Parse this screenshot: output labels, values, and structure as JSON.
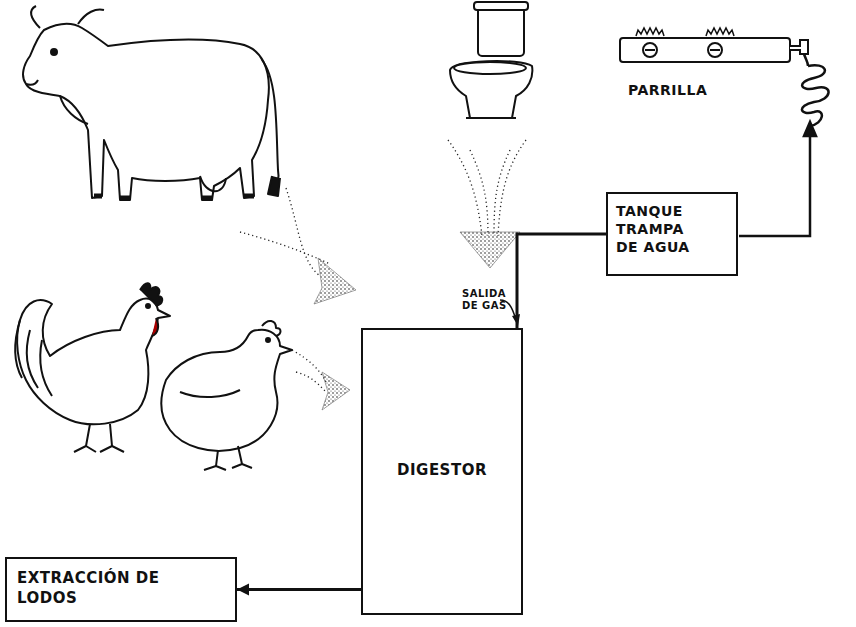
{
  "diagram": {
    "nodes": [
      {
        "text": [
          "DIGESTOR"
        ]
      },
      {
        "text": [
          "TANQUE TRAMPA DE AGUA"
        ]
      },
      {
        "text": [
          "EXTRACCIÓN DE LODOS"
        ]
      }
    ],
    "edges": [
      {
        "from": 0,
        "to": 1,
        "arrow": "none"
      },
      {
        "from": 0,
        "to": 2,
        "arrow": "to"
      }
    ],
    "labels": [
      "SALIDA DE GAS",
      "PARRILLA"
    ]
  }
}
